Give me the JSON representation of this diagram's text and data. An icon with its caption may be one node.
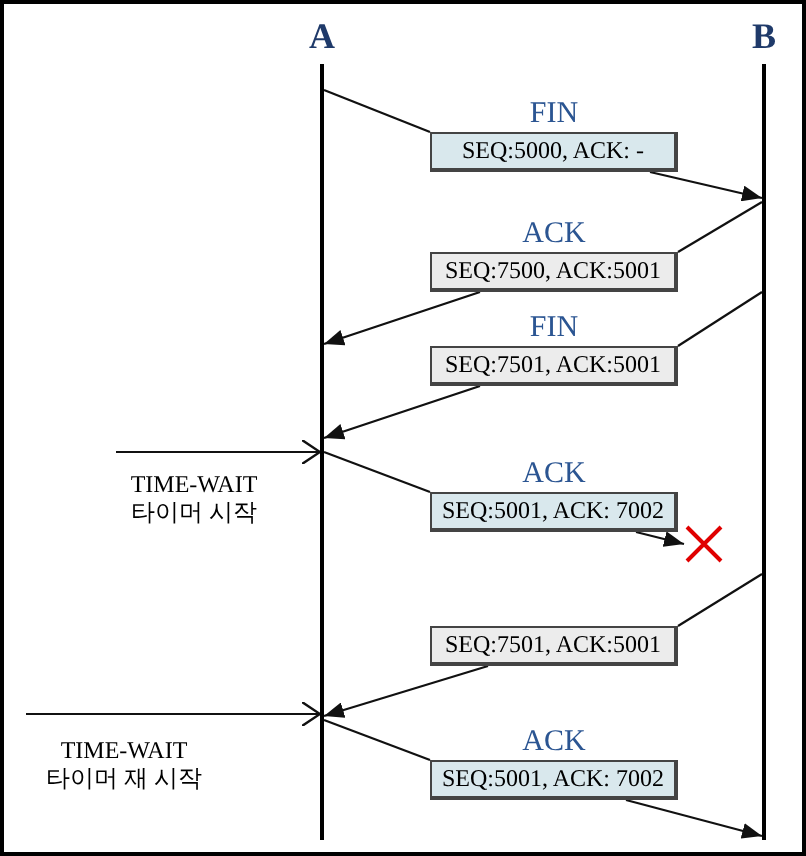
{
  "diagram": {
    "nodes": [
      {
        "text": [
          "A"
        ]
      },
      {
        "text": [
          "B"
        ]
      },
      {
        "text": [
          "FIN",
          "SEQ:5000, ACK: -"
        ]
      },
      {
        "text": [
          "ACK",
          "SEQ:7500, ACK:5001"
        ]
      },
      {
        "text": [
          "FIN",
          "SEQ:7501, ACK:5001"
        ]
      },
      {
        "text": [
          "ACK",
          "SEQ:5001, ACK: 7002"
        ]
      },
      {
        "text": [],
        "shape": "cross"
      },
      {
        "text": [
          "SEQ:7501, ACK:5001"
        ]
      },
      {
        "text": [
          "ACK",
          "SEQ:5001, ACK: 7002"
        ]
      }
    ],
    "edges": [
      {
        "from": 0,
        "to": 2,
        "arrow": "none"
      },
      {
        "from": 2,
        "to": 1,
        "arrow": "to"
      },
      {
        "from": 1,
        "to": 3,
        "arrow": "none"
      },
      {
        "from": 3,
        "to": 0,
        "arrow": "to"
      },
      {
        "from": 1,
        "to": 4,
        "arrow": "none"
      },
      {
        "from": 4,
        "to": 0,
        "arrow": "to"
      },
      {
        "from": null,
        "to": 0,
        "arrow": "to"
      },
      {
        "from": 0,
        "to": 5,
        "arrow": "none"
      },
      {
        "from": 5,
        "to": 6,
        "arrow": "to"
      },
      {
        "from": 1,
        "to": 7,
        "arrow": "none"
      },
      {
        "from": 7,
        "to": 0,
        "arrow": "to"
      },
      {
        "from": null,
        "to": 0,
        "arrow": "to"
      },
      {
        "from": 0,
        "to": 8,
        "arrow": "none"
      },
      {
        "from": 8,
        "to": 1,
        "arrow": "to"
      }
    ],
    "labels": [
      "TIME-WAIT 타이머 시작",
      "TIME-WAIT 타이머 재 시작"
    ]
  }
}
